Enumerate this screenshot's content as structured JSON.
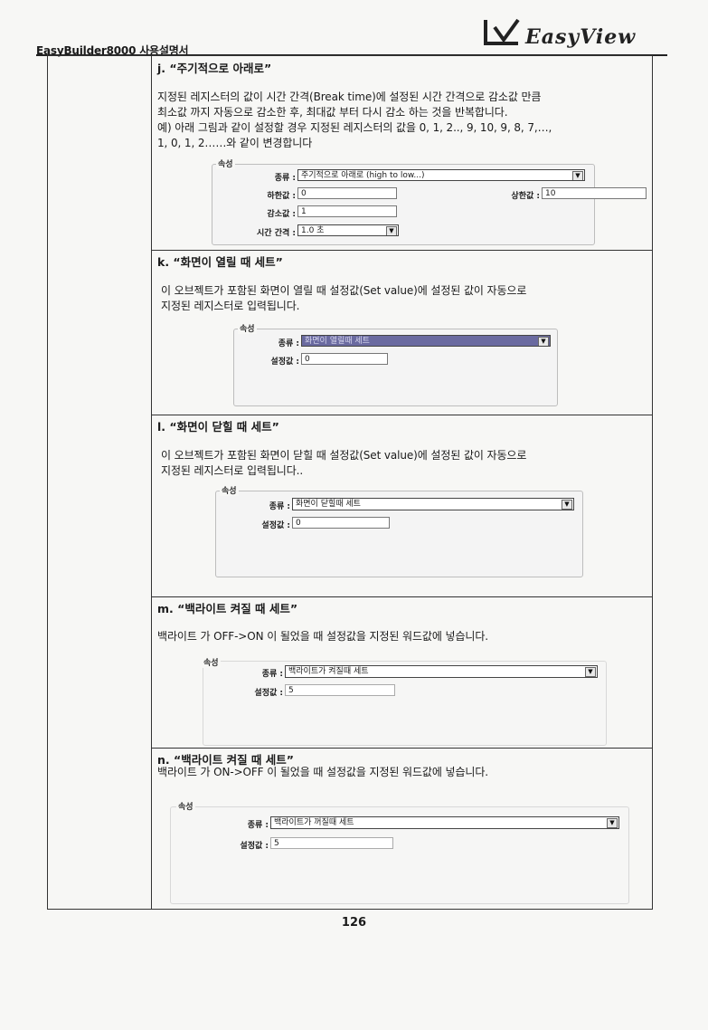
{
  "header": {
    "doc_title": "EasyBuilder8000 사용설명서",
    "logo_text": "EasyView"
  },
  "sections": {
    "j": {
      "title": "j.  “주기적으로 아래로”",
      "lines": [
        "  지정된 레지스터의 값이 시간 간격(Break time)에 설정된 시간 간격으로 감소값 만큼",
        "최소값 까지 자동으로 감소한 후, 최대값 부터 다시 감소 하는 것을 반복합니다.",
        "예) 아래 그림과 같이 설정할 경우 지정된 레지스터의 값을 0, 1, 2.., 9, 10, 9, 8, 7,…,",
        "1, 0, 1, 2……와 같이  변경합니다"
      ],
      "props": {
        "legend": "속성",
        "type_label": "종류 :",
        "type_value": "주기적으로 아래로 (high to low...)",
        "low_label": "하한값 :",
        "low_value": "0",
        "high_label": "상한값 :",
        "high_value": "10",
        "dec_label": "감소값 :",
        "dec_value": "1",
        "time_label": "시간 간격 :",
        "time_value": "1.0 초"
      }
    },
    "k": {
      "title": "k.  “화면이 열릴 때 세트”",
      "lines": [
        "  이 오브젝트가 포함된 화면이 열릴 때 설정값(Set value)에 설정된 값이 자동으로",
        "지정된 레지스터로 입력됩니다."
      ],
      "props": {
        "legend": "속성",
        "type_label": "종류 :",
        "type_value": "화면이 열릴때 세트",
        "set_label": "설정값 :",
        "set_value": "0"
      }
    },
    "l": {
      "title": "l. “화면이 닫힐 때 세트”",
      "lines": [
        "  이 오브젝트가 포함된 화면이 닫힐 때 설정값(Set value)에 설정된 값이 자동으로",
        "지정된 레지스터로 입력됩니다.."
      ],
      "props": {
        "legend": "속성",
        "type_label": "종류 :",
        "type_value": "화면이 닫힐때 세트",
        "set_label": "설정값 :",
        "set_value": "0"
      }
    },
    "m": {
      "title": "m. “백라이트 켜질 때 세트”",
      "lines": [
        "백라이트 가 OFF->ON 이 될었을 때  설정값을 지정된 워드값에 넣습니다."
      ],
      "props": {
        "legend": "속성",
        "type_label": "종류 :",
        "type_value": "백라이트가 켜질때 세트",
        "set_label": "설정값 :",
        "set_value": "5"
      }
    },
    "n": {
      "title": "n. “백라이트 켜질 때 세트”",
      "lines": [
        "백라이트 가 ON->OFF 이 될었을 때  설정값을 지정된 워드값에 넣습니다."
      ],
      "props": {
        "legend": "속성",
        "type_label": "종류 :",
        "type_value": "백라이트가 꺼질때 세트",
        "set_label": "설정값 :",
        "set_value": "5"
      }
    }
  },
  "footer": {
    "page_number": "126"
  }
}
